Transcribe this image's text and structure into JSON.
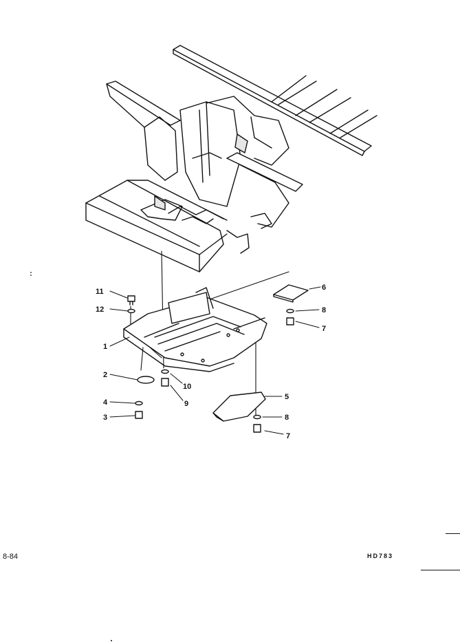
{
  "callouts": [
    "1",
    "2",
    "3",
    "4",
    "5",
    "6",
    "7",
    "8",
    "9",
    "10",
    "11",
    "12"
  ],
  "footer": {
    "page_code": "8-84",
    "drawing_code": "HD783"
  },
  "colors": {
    "line": "#111111",
    "shade": "#e6e6e6",
    "background": "#ffffff"
  }
}
